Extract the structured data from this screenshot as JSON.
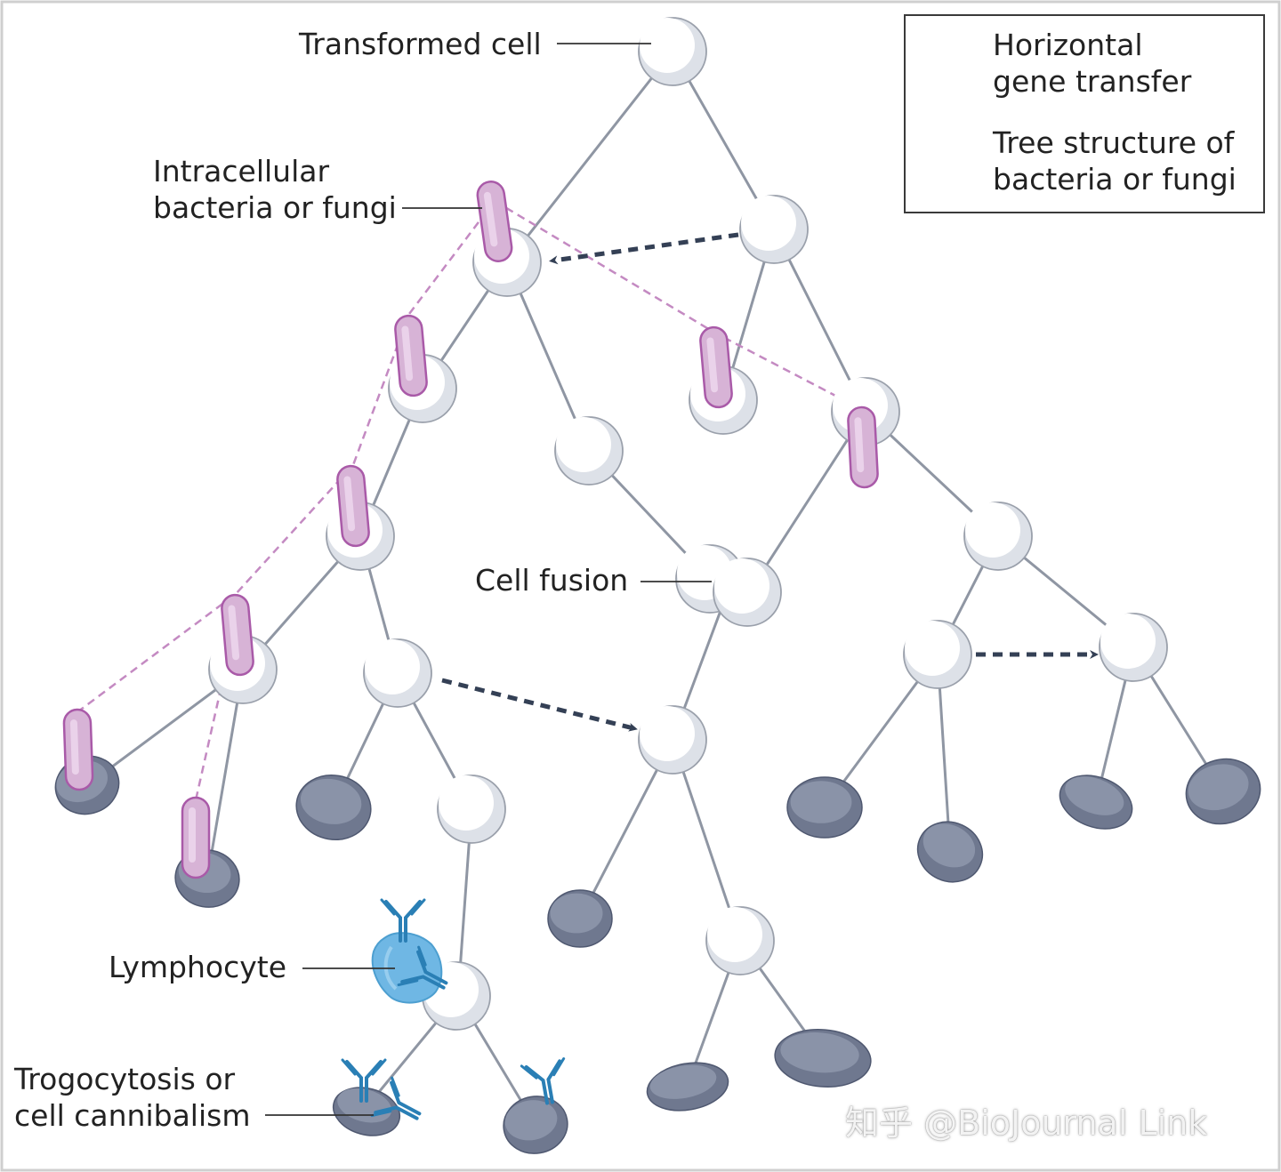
{
  "labels": {
    "transformed_cell": "Transformed cell",
    "intracellular_line1": "Intracellular",
    "intracellular_line2": "bacteria or fungi",
    "cell_fusion": "Cell fusion",
    "lymphocyte": "Lymphocyte",
    "trogocytosis_line1": "Trogocytosis or",
    "trogocytosis_line2": "cell cannibalism"
  },
  "legend": {
    "hgt_line1": "Horizontal",
    "hgt_line2": "gene transfer",
    "tree_line1": "Tree structure of",
    "tree_line2": "bacteria or fungi"
  },
  "watermark": "知乎 @BioJournal Link",
  "colors": {
    "branch": "#8f96a3",
    "cell_fill": "#ffffff",
    "cell_shade": "#dde1e8",
    "dark_cell": "#6f788f",
    "dark_cell_light": "#8a93a8",
    "bacteria": "#d7b3d6",
    "bacteria_edge": "#a95aa8",
    "hgt_arrow": "#344055",
    "tree_dash": "#c48ac2",
    "lymphocyte": "#6fb7e4",
    "antibody": "#2a7fb5"
  }
}
